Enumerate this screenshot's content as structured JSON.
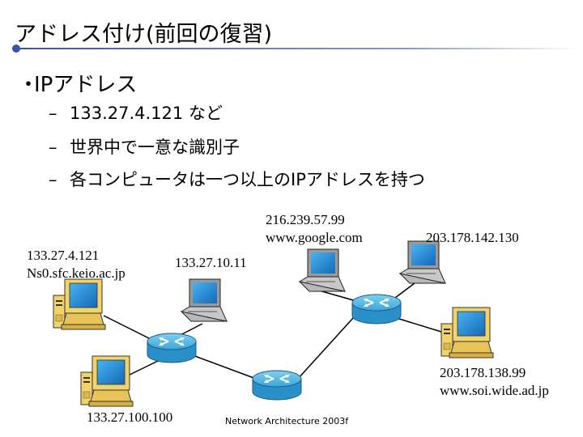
{
  "slide": {
    "title": "アドレス付け(前回の復習)",
    "bullet": "IPアドレス",
    "subbullets": [
      "133.27.4.121 など",
      "世界中で一意な識別子",
      "各コンピュータは一つ以上のIPアドレスを持つ"
    ],
    "footer": "Network Architecture 2003f",
    "colors": {
      "title_rule": "#3355aa",
      "router": "#3ba6d8",
      "screen": "#1e8ad6"
    }
  },
  "diagram": {
    "hosts": [
      {
        "name": "host-133-27-4-121",
        "type": "desktop",
        "lines": [
          "133.27.4.121",
          "Ns0.sfc.keio.ac.jp"
        ]
      },
      {
        "name": "host-133-27-10-11",
        "type": "laptop",
        "lines": [
          "133.27.10.11"
        ]
      },
      {
        "name": "host-google",
        "type": "laptop",
        "lines": [
          "216.239.57.99",
          "www.google.com"
        ]
      },
      {
        "name": "host-203-178-142-130",
        "type": "laptop",
        "lines": [
          "203.178.142.130"
        ]
      },
      {
        "name": "host-soi",
        "type": "desktop",
        "lines": [
          "203.178.138.99",
          "www.soi.wide.ad.jp"
        ]
      },
      {
        "name": "host-133-27-100-100",
        "type": "desktop",
        "lines": [
          "133.27.100.100"
        ]
      }
    ],
    "routers": [
      "router-left",
      "router-center",
      "router-right"
    ]
  }
}
